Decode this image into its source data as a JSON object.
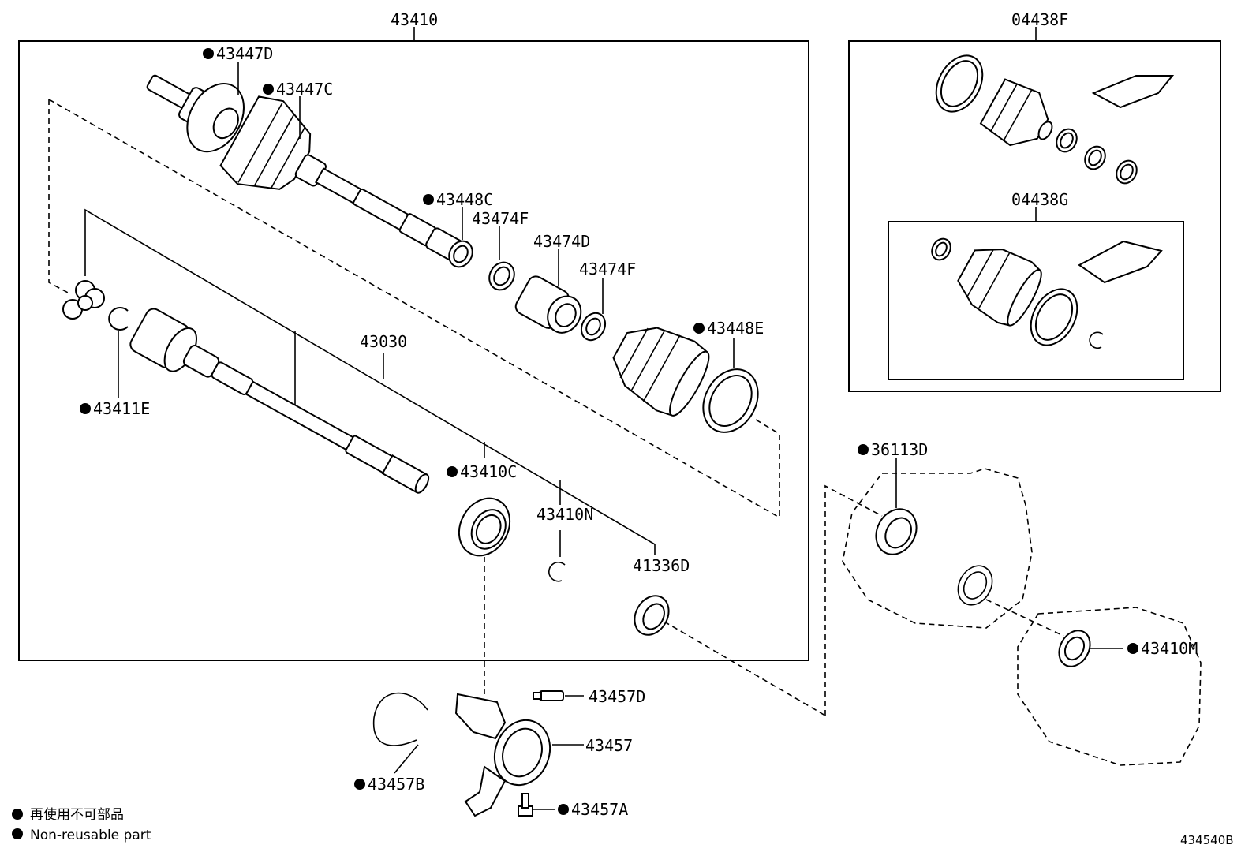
{
  "labels": {
    "assembly_43410": "43410",
    "kit_04438f": "04438F",
    "kit_04438g": "04438G",
    "p43447d": "43447D",
    "p43447c": "43447C",
    "p43448c": "43448C",
    "p43474f_a": "43474F",
    "p43474d": "43474D",
    "p43474f_b": "43474F",
    "p43448e": "43448E",
    "p43030": "43030",
    "p43411e": "43411E",
    "p43410c": "43410C",
    "p43410n": "43410N",
    "p41336d": "41336D",
    "p36113d": "36113D",
    "p43410m": "43410M",
    "p43457d": "43457D",
    "p43457": "43457",
    "p43457b": "43457B",
    "p43457a": "43457A"
  },
  "legend": {
    "line_jp": "再使用不可部品",
    "line_en": "Non-reusable part"
  },
  "figure_ref": "434540B"
}
